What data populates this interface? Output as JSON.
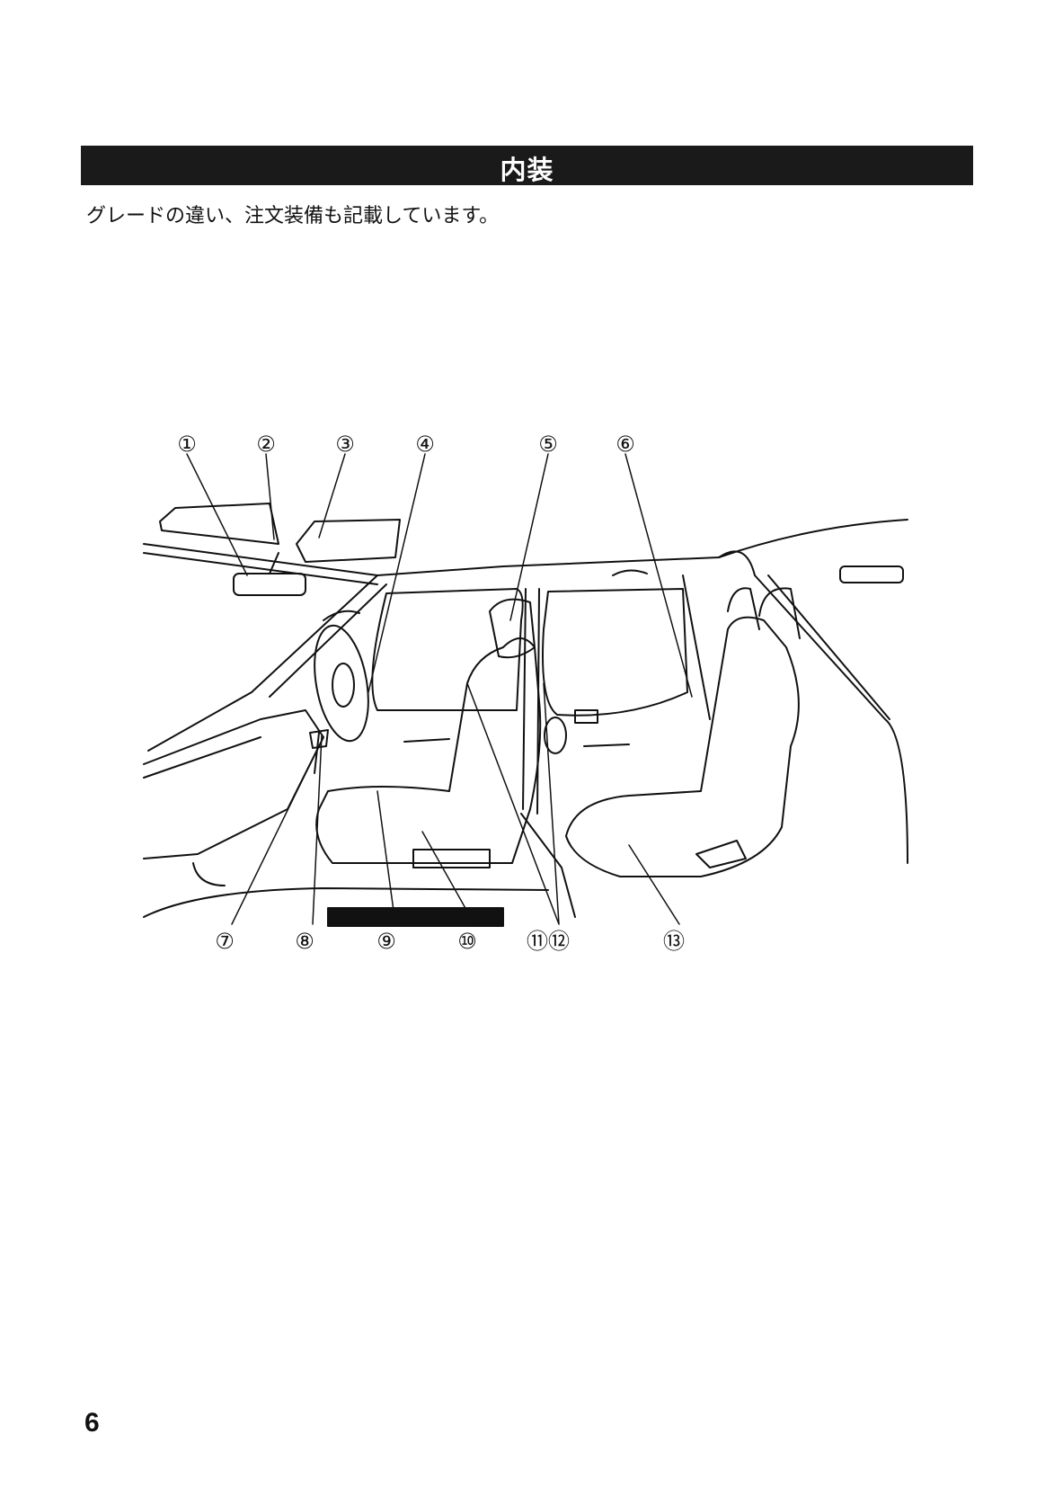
{
  "section": {
    "title": "内装"
  },
  "intro_text": "グレードの違い、注文装備も記載しています。",
  "callouts": {
    "top": [
      "①",
      "②",
      "③",
      "④",
      "⑤",
      "⑥"
    ],
    "bottom": [
      "⑦",
      "⑧",
      "⑨",
      "⑩",
      "⑪⑫",
      "⑬"
    ]
  },
  "page_number": "6"
}
